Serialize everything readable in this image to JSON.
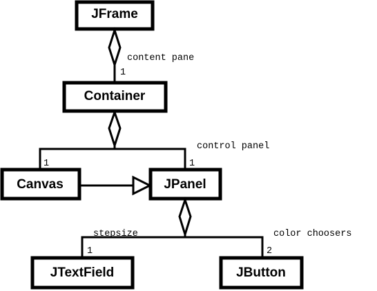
{
  "classes": {
    "jframe": "JFrame",
    "container": "Container",
    "canvas": "Canvas",
    "jpanel": "JPanel",
    "jtextfield": "JTextField",
    "jbutton": "JButton"
  },
  "associations": {
    "content_pane": {
      "role": "content pane",
      "multiplicity": "1"
    },
    "canvas_link": {
      "multiplicity": "1"
    },
    "control_panel": {
      "role": "control panel",
      "multiplicity": "1"
    },
    "stepsize": {
      "role": "stepsize",
      "multiplicity": "1"
    },
    "color_choosers": {
      "role": "color choosers",
      "multiplicity": "2"
    }
  }
}
